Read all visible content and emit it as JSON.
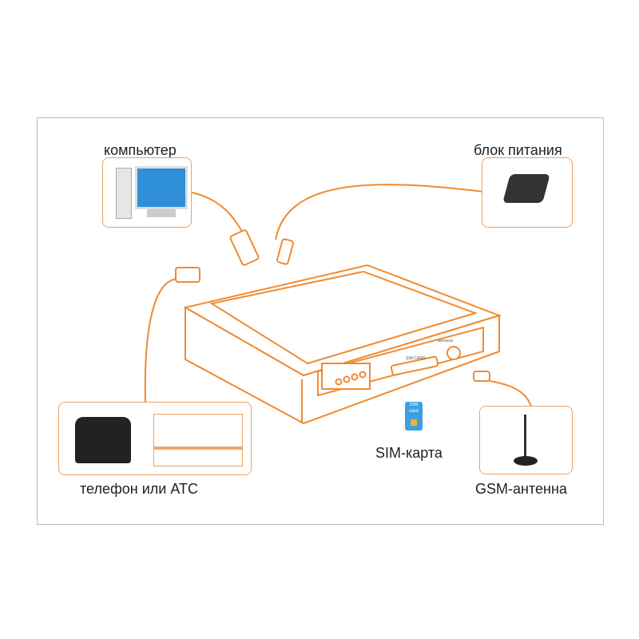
{
  "labels": {
    "computer": "компьютер",
    "power": "блок питания",
    "phone": "телефон или АТС",
    "sim": "SIM-карта",
    "gsm": "GSM-антенна",
    "sim_icon": "SIM card",
    "slot": "SIM CARD",
    "antenna_port": "антенна"
  },
  "colors": {
    "accent": "#f08a30",
    "frame": "#bbbbbb"
  }
}
